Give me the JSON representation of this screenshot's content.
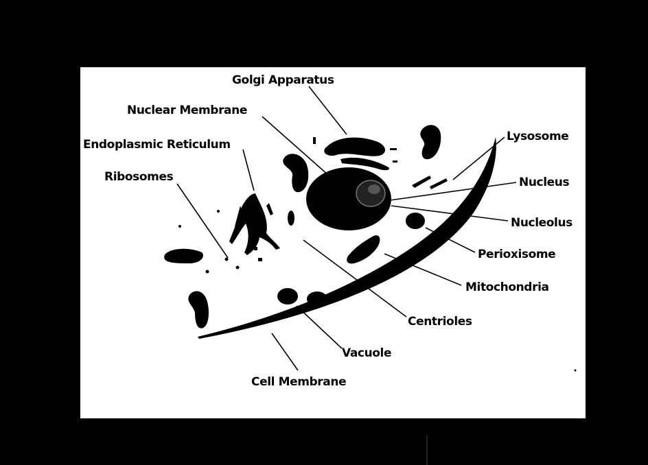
{
  "diagram": {
    "labels": {
      "golgi": "Golgi Apparatus",
      "nuclear_membrane": "Nuclear Membrane",
      "er": "Endoplasmic Reticulum",
      "ribosomes": "Ribosomes",
      "lysosome": "Lysosome",
      "nucleus": "Nucleus",
      "nucleolus": "Nucleolus",
      "perioxisome": "Perioxisome",
      "mitochondria": "Mitochondria",
      "centrioles": "Centrioles",
      "vacuole": "Vacuole",
      "cell_membrane": "Cell Membrane"
    }
  },
  "colors": {
    "background": "#000000",
    "slide": "#ffffff",
    "ink": "#000000"
  }
}
